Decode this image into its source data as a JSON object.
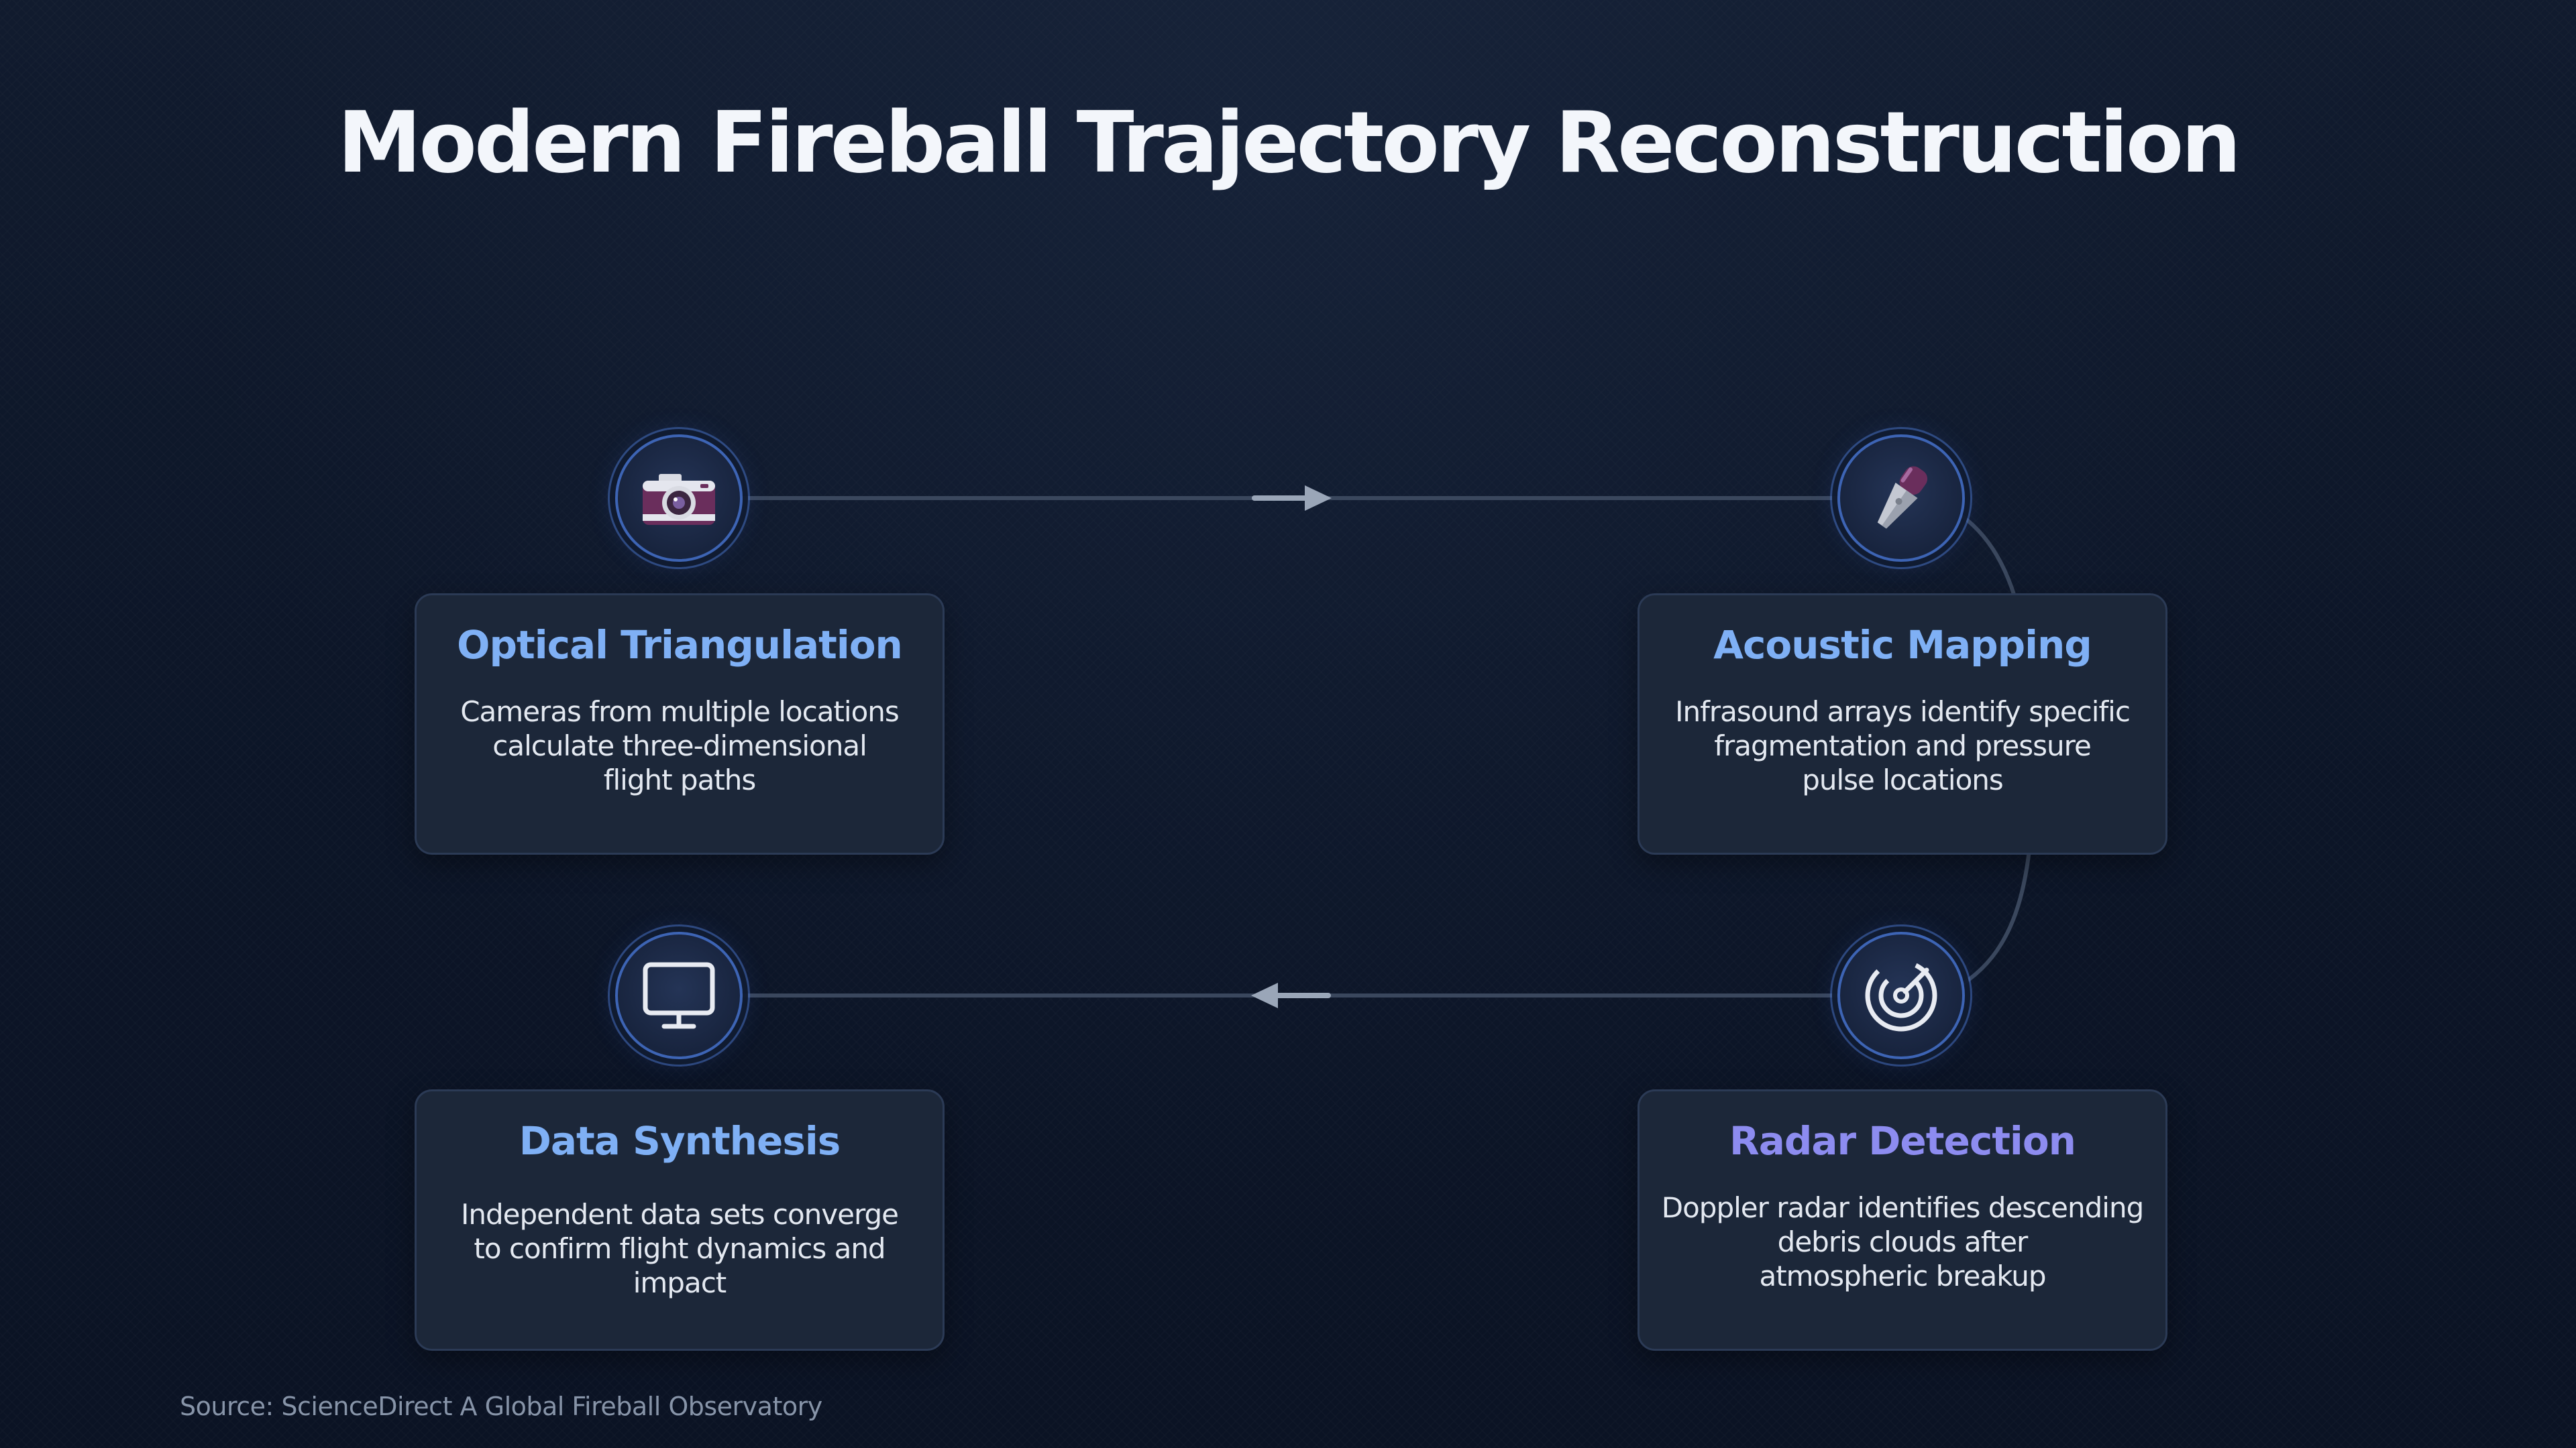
{
  "title": "Modern Fireball Trajectory Reconstruction",
  "steps": [
    {
      "title": "Optical Triangulation",
      "description_lines": [
        "Cameras from multiple locations",
        "calculate three-dimensional",
        "flight paths"
      ],
      "icon": "camera-icon"
    },
    {
      "title": "Acoustic Mapping",
      "description_lines": [
        "Infrasound arrays identify specific",
        "fragmentation and pressure",
        "pulse locations"
      ],
      "icon": "microphone-icon"
    },
    {
      "title": "Radar Detection",
      "description_lines": [
        "Doppler radar identifies descending",
        "debris clouds after",
        "atmospheric breakup"
      ],
      "icon": "radar-icon"
    },
    {
      "title": "Data Synthesis",
      "description_lines": [
        "Independent data sets converge",
        "to confirm flight dynamics and impact"
      ],
      "icon": "monitor-icon"
    }
  ],
  "source": "Source: ScienceDirect A Global Fireball Observatory",
  "colors": {
    "background": "#0d1628",
    "card": "#1c2739",
    "title_blue": "#7fb0f5",
    "title_violet": "#8d8cf0",
    "node_ring": "#3d64b4",
    "connector": "#3a475d"
  }
}
